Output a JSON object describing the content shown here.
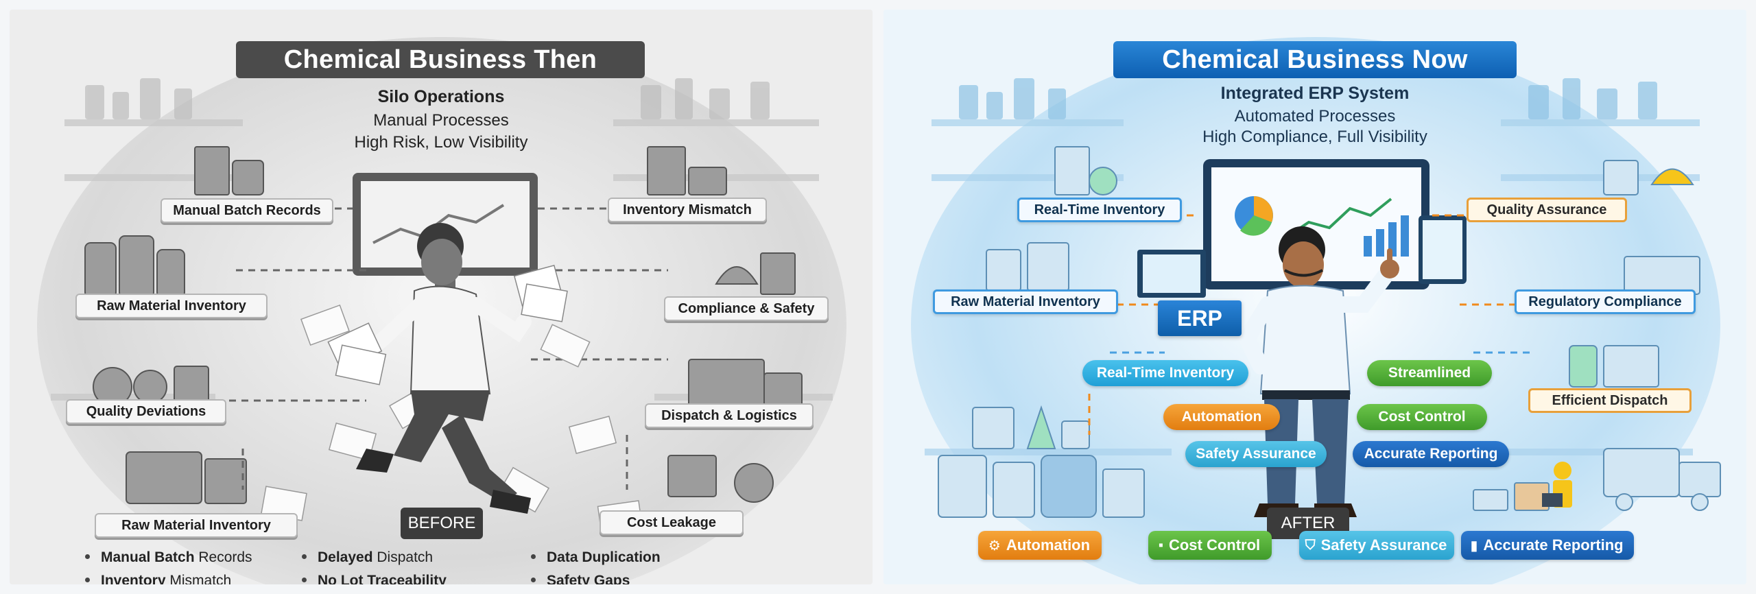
{
  "before": {
    "title": "Chemical Business Then",
    "subtitle_main": "Silo Operations",
    "subtitle_line1": "Manual Processes",
    "subtitle_line2": "High Risk, Low Visibility",
    "tags": [
      "Manual Batch Records",
      "Inventory Mismatch",
      "Raw Material Inventory",
      "Compliance & Safety",
      "Quality Deviations",
      "Dispatch & Logistics",
      "Raw Material Inventory",
      "Cost Leakage"
    ],
    "stamp": "BEFORE",
    "bullets": [
      {
        "bold": "Manual Batch",
        "rest": " Records"
      },
      {
        "bold": "Inventory",
        "rest": " Mismatch"
      },
      {
        "bold": "Delayed",
        "rest": " Dispatch"
      },
      {
        "bold": "No Lot Traceability",
        "rest": ""
      },
      {
        "bold": "Data Duplication",
        "rest": ""
      },
      {
        "bold": "Safety Gaps",
        "rest": ""
      }
    ]
  },
  "after": {
    "title": "Chemical Business Now",
    "subtitle_main": "Integrated ERP System",
    "subtitle_line1": "Automated Processes",
    "subtitle_line2": "High Compliance, Full Visibility",
    "erp_label": "ERP",
    "tags": [
      "Real-Time Inventory",
      "Quality Assurance",
      "Raw Material Inventory",
      "Regulatory Compliance",
      "Efficient Dispatch"
    ],
    "pills": [
      "Real-Time Inventory",
      "Streamlined",
      "Automation",
      "Cost Control",
      "Safety Assurance",
      "Accurate Reporting"
    ],
    "stamp": "AFTER",
    "bottom_pills": [
      {
        "label": "Automation",
        "icon": "gear-icon"
      },
      {
        "label": "Cost Control",
        "icon": "money-icon"
      },
      {
        "label": "Safety Assurance",
        "icon": "shield-icon"
      },
      {
        "label": "Accurate Reporting",
        "icon": "bar-chart-icon"
      }
    ]
  },
  "colors": {
    "after_accent": "#1a73c9",
    "before_accent": "#4b4b4b",
    "orange": "#e88a1a",
    "green": "#4caf32"
  }
}
